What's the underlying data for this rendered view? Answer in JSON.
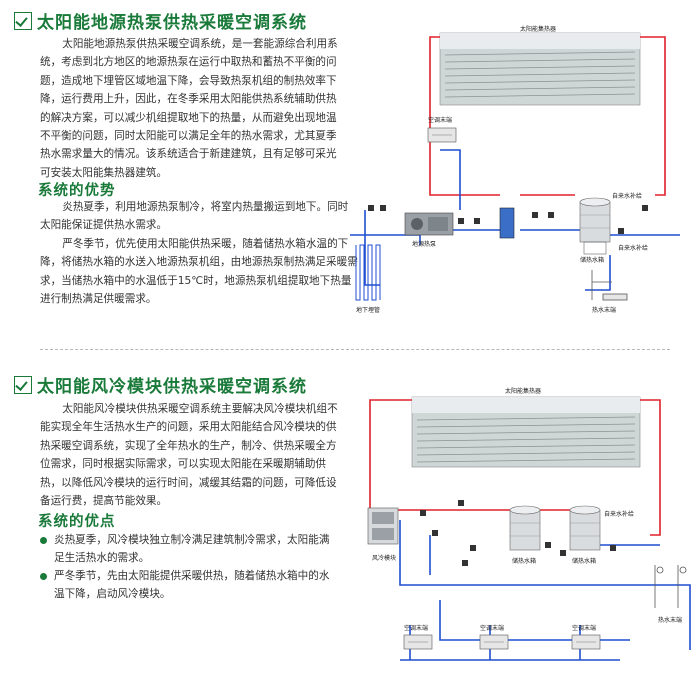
{
  "section1": {
    "title": "太阳能地源热泵供热采暖空调系统",
    "intro": "太阳能地源热泵供热采暖空调系统，是一套能源综合利用系统，考虑到北方地区的地源热泵在运行中取热和蓄热不平衡的问题，造成地下埋管区域地温下降，会导致热泵机组的制热效率下降，运行费用上升，因此，在冬季采用太阳能供热系统辅助供热的解决方案，可以减少机组提取地下的热量，从而避免出现地温不平衡的问题，同时太阳能可以满足全年的热水需求，尤其夏季热水需求量大的情况。该系统适合于新建建筑，且有足够可采光可安装太阳能集热器建筑。",
    "advantages_title": "系统的优势",
    "advantage_summer": "炎热夏季，利用地源热泵制冷，将室内热量搬运到地下。同时太阳能保证提供热水需求。",
    "advantage_winter": "严冬季节，优先使用太阳能供热采暖，随着储热水箱水温的下降，将储热水箱的水送入地源热泵机组，由地源热泵制热满足采暖需求，当储热水箱中的水温低于15℃时，地源热泵机组提取地下热量进行制热满足供暖需求。",
    "diagram": {
      "collector": "太阳能集热器",
      "ac_unit": "空调末端",
      "heat_pump": "地源热泵",
      "tank": "储热水箱",
      "tap_water": "自来水补给",
      "tap_water_2": "自来水补给",
      "hot_water": "热水末端",
      "ground_loop": "地下埋管"
    }
  },
  "section2": {
    "title": "太阳能风冷模块供热采暖空调系统",
    "intro": "太阳能风冷模块供热采暖空调系统主要解决风冷模块机组不能实现全年生活热水生产的问题，采用太阳能结合风冷模块的供热采暖空调系统，实现了全年热水的生产，制冷、供热采暖全方位需求，同时根据实际需求，可以实现太阳能在采暖期辅助供热，以降低风冷模块的运行时间，减缓其结霜的问题，可降低设备运行费，提高节能效果。",
    "advantages_title": "系统的优点",
    "bullets": [
      "炎热夏季，风冷模块独立制冷满足建筑制冷需求，太阳能满足生活热水的需求。",
      "严冬季节，先由太阳能提供采暖供热，随着储热水箱中的水温下降，启动风冷模块。"
    ],
    "diagram": {
      "collector": "太阳能集热器",
      "air_module": "风冷模块",
      "tank_left": "储热水箱",
      "tank_right": "储热水箱",
      "tap_water": "自来水补给",
      "hot_water": "热水末端",
      "ac_1": "空调末端",
      "ac_2": "空调末端",
      "ac_3": "空调末端"
    }
  },
  "colors": {
    "accent": "#1a7a3a",
    "hot_pipe": "#e0202a",
    "cold_pipe": "#1f4fd0"
  }
}
